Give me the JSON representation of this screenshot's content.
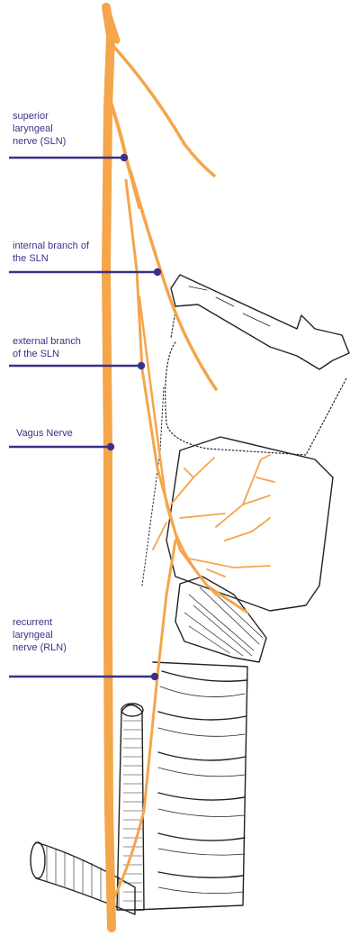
{
  "labels": {
    "sln": "superior\nlaryngeal\nnerve  (SLN)",
    "internal": "internal branch of\nthe SLN",
    "external": "external branch\nof the SLN",
    "vagus": "Vagus Nerve",
    "rln": "recurrent\nlaryngeal\nnerve (RLN)"
  },
  "colors": {
    "nerve": "#F5A54A",
    "nerve_edge": "#C97A2A",
    "leader": "#3B3188",
    "label_text": "#3B3188",
    "outline": "#222222"
  }
}
